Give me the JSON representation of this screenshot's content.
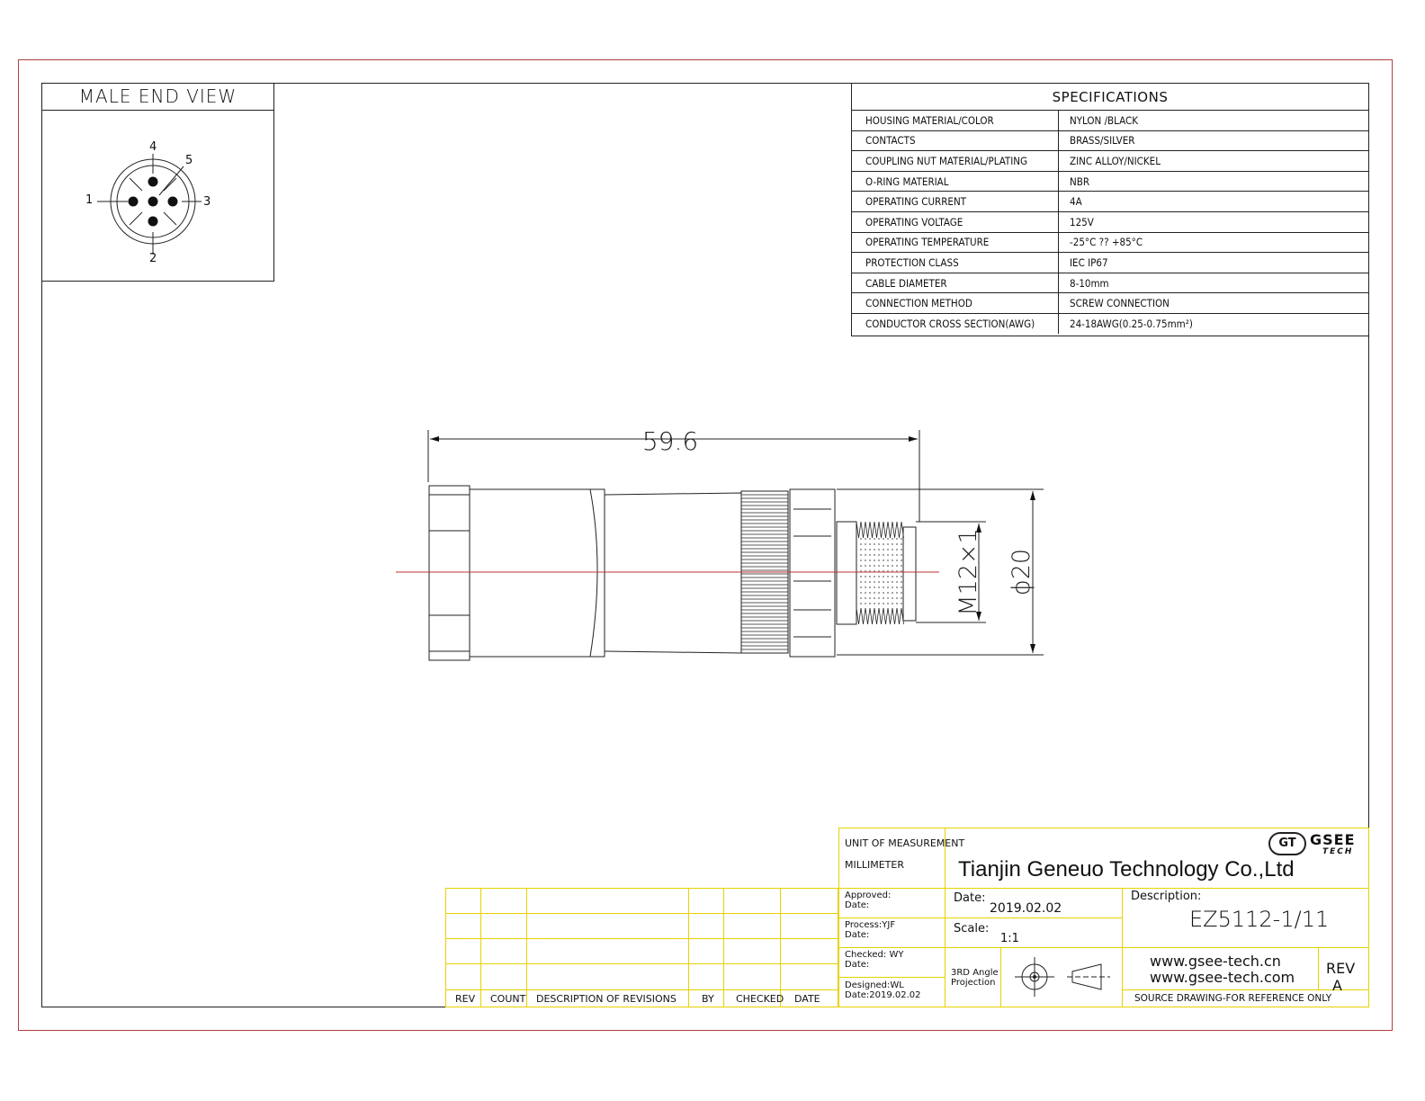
{
  "male_end_view": {
    "title": "MALE END VIEW",
    "pins": [
      "1",
      "2",
      "3",
      "4",
      "5"
    ]
  },
  "specifications": {
    "title": "SPECIFICATIONS",
    "rows": [
      {
        "key": "HOUSING MATERIAL/COLOR",
        "value": "NYLON /BLACK"
      },
      {
        "key": "CONTACTS",
        "value": "BRASS/SILVER"
      },
      {
        "key": "COUPLING NUT MATERIAL/PLATING",
        "value": "ZINC ALLOY/NICKEL"
      },
      {
        "key": "O-RING MATERIAL",
        "value": "NBR"
      },
      {
        "key": "OPERATING CURRENT",
        "value": "4A"
      },
      {
        "key": "OPERATING VOLTAGE",
        "value": "125V"
      },
      {
        "key": "OPERATING TEMPERATURE",
        "value": "-25°C ?? +85°C"
      },
      {
        "key": "PROTECTION CLASS",
        "value": "IEC  IP67"
      },
      {
        "key": "CABLE  DIAMETER",
        "value": "8-10mm"
      },
      {
        "key": "CONNECTION  METHOD",
        "value": "SCREW  CONNECTION"
      },
      {
        "key": "CONDUCTOR  CROSS  SECTION(AWG)",
        "value": "24-18AWG(0.25-0.75mm²)"
      }
    ]
  },
  "drawing": {
    "length_dim": "59.6",
    "thread_dim": "M12×1",
    "diameter_dim": "ϕ20"
  },
  "title_block": {
    "unit_label": "UNIT OF MEASUREMENT",
    "unit_value": "MILLIMETER",
    "company": "Tianjin Geneuo Technology Co.,Ltd",
    "logo_text": "GSEE",
    "logo_sub": "TECH",
    "logo_mark": "GT",
    "approved": "Approved:",
    "approved_date": "Date:",
    "process": "Process:YJF",
    "process_date": "Date:",
    "checked": "Checked: WY",
    "checked_date": "Date:",
    "designed": "Designed:WL",
    "designed_date": "Date:2019.02.02",
    "date_label": "Date:",
    "date_value": "2019.02.02",
    "scale_label": "Scale:",
    "scale_value": "1:1",
    "projection_1": "3RD Angle",
    "projection_2": "Projection",
    "description_label": "Description:",
    "description_value": "EZ5112-1/11",
    "web_1": "www.gsee-tech.cn",
    "web_2": "www.gsee-tech.com",
    "rev_label": "REV",
    "rev_value": "A",
    "source_note": "SOURCE DRAWING-FOR REFERENCE ONLY"
  },
  "revisions": {
    "headers": [
      "REV",
      "COUNT",
      "DESCRIPTION  OF  REVISIONS",
      "BY",
      "CHECKED",
      "DATE"
    ]
  },
  "colors": {
    "frame_outer": "#b04040",
    "title_block_lines": "#e6d200",
    "centerline": "#c03030"
  }
}
